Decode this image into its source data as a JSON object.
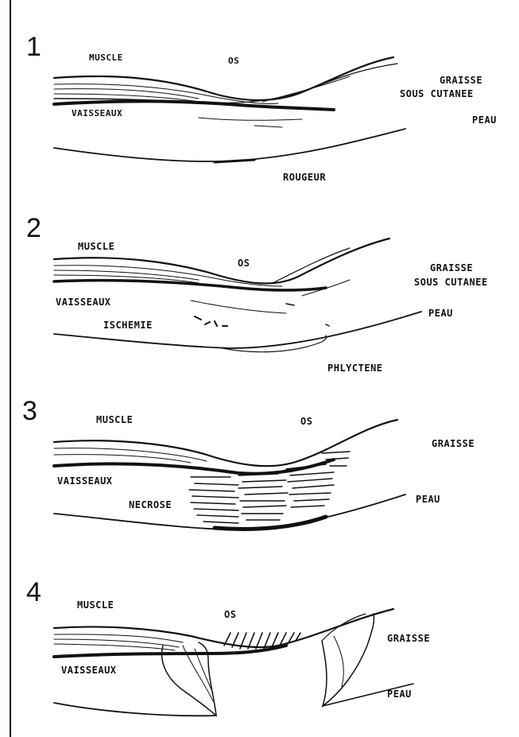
{
  "panels": [
    {
      "number": "1",
      "labels": {
        "muscle": "MUSCLE",
        "os": "OS",
        "graisse": "GRAISSE",
        "sous_cutanee": "SOUS CUTANEE",
        "vaisseaux": "VAISSEAUX",
        "peau": "PEAU",
        "rougeur": "ROUGEUR"
      }
    },
    {
      "number": "2",
      "labels": {
        "muscle": "MUSCLE",
        "os": "OS",
        "graisse": "GRAISSE",
        "sous_cutanee": "SOUS CUTANEE",
        "vaisseaux": "VAISSEAUX",
        "peau": "PEAU",
        "ischemie": "ISCHEMIE",
        "phlyctene": "PHLYCTENE"
      }
    },
    {
      "number": "3",
      "labels": {
        "muscle": "MUSCLE",
        "os": "OS",
        "graisse": "GRAISSE",
        "vaisseaux": "VAISSEAUX",
        "necrose": "NECROSE",
        "peau": "PEAU"
      }
    },
    {
      "number": "4",
      "labels": {
        "muscle": "MUSCLE",
        "os": "OS",
        "graisse": "GRAISSE",
        "vaisseaux": "VAISSEAUX",
        "peau": "PEAU"
      }
    }
  ]
}
